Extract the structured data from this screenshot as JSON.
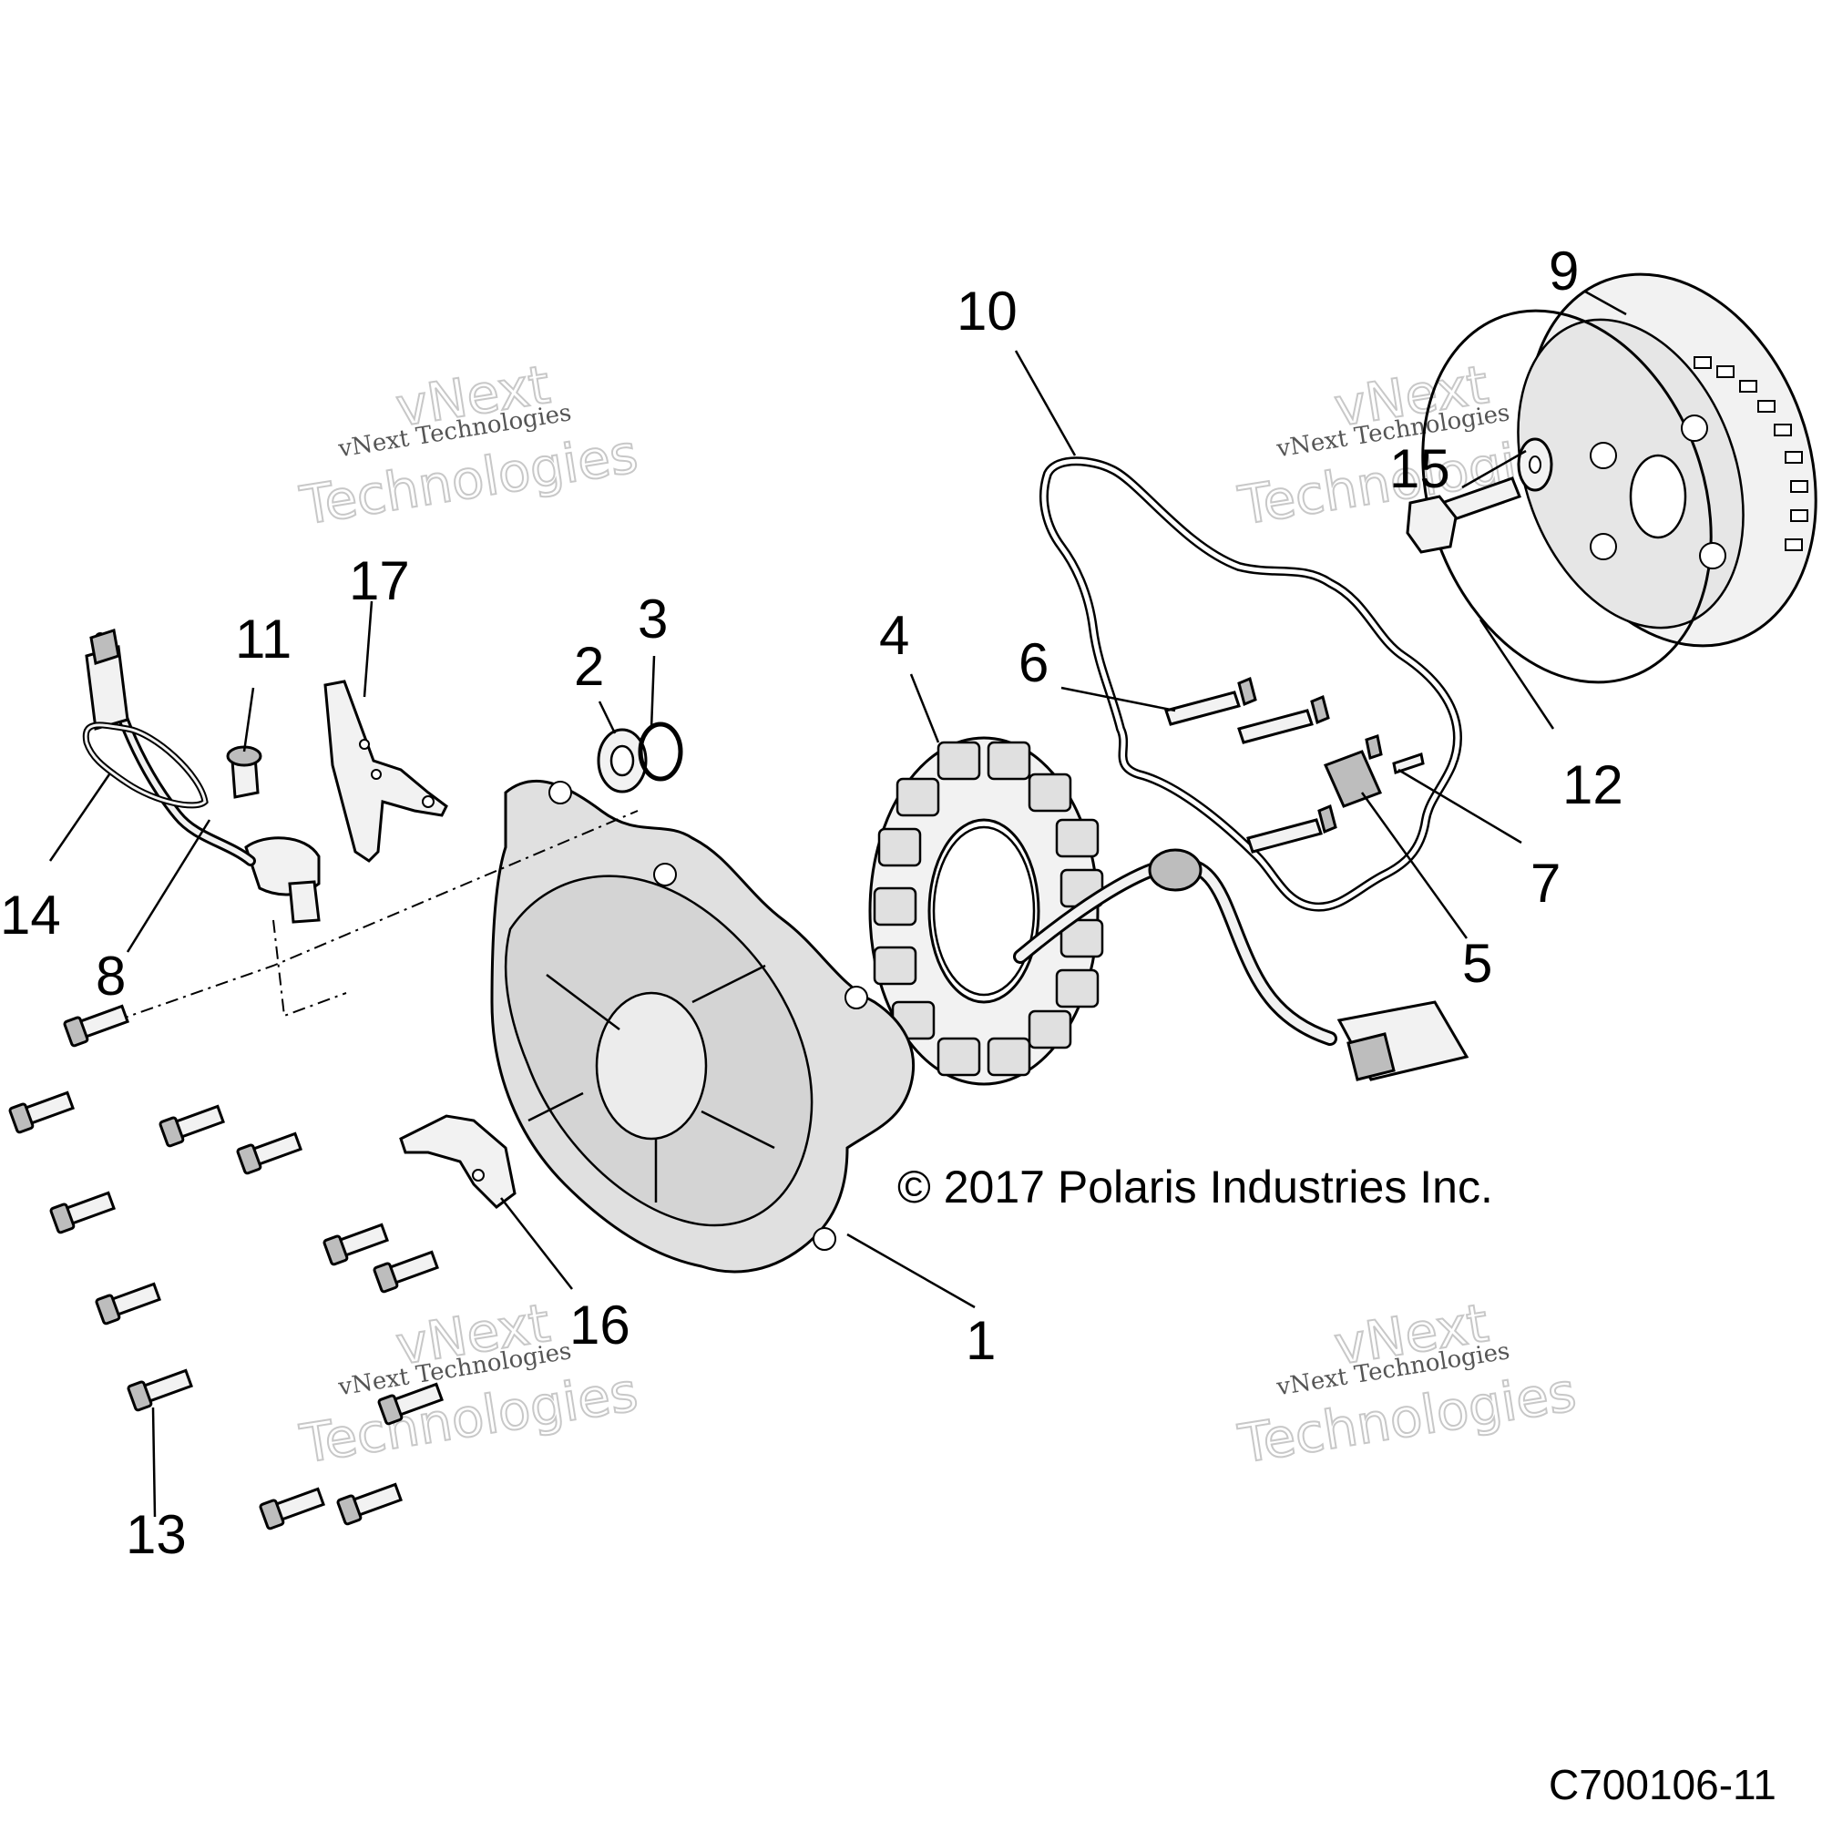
{
  "callouts": {
    "c1": "1",
    "c2": "2",
    "c3": "3",
    "c4": "4",
    "c5": "5",
    "c6": "6",
    "c7": "7",
    "c8": "8",
    "c9": "9",
    "c10": "10",
    "c11": "11",
    "c12": "12",
    "c13": "13",
    "c14": "14",
    "c15": "15",
    "c16": "16",
    "c17": "17"
  },
  "copyright": "© 2017 Polaris Industries Inc.",
  "drawing_code": "C700106-11",
  "watermark": {
    "line1": "vNext Technologies",
    "big1": "vNext",
    "big2": "Technologies"
  }
}
